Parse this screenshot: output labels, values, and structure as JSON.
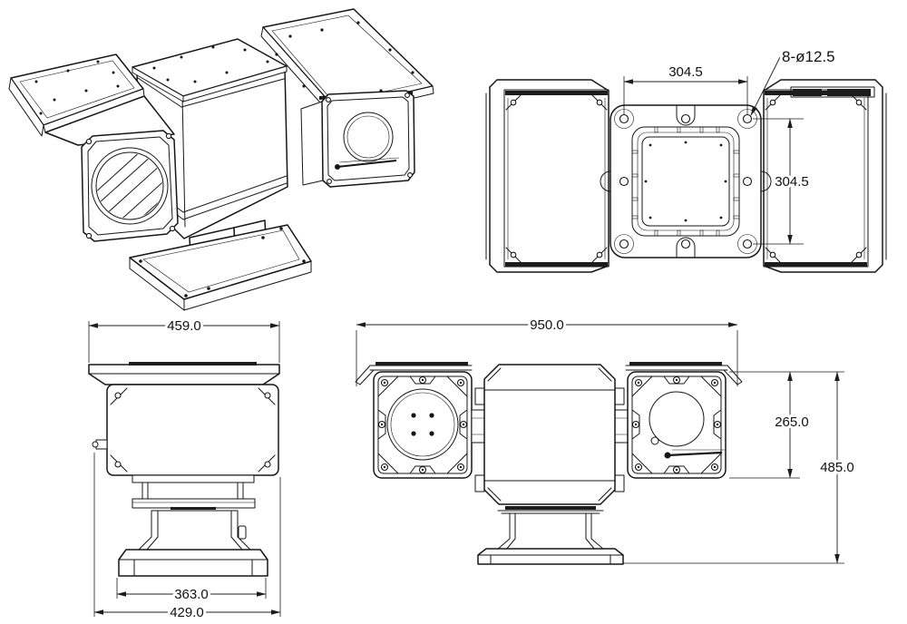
{
  "drawing": {
    "line_color": "#161616",
    "background": "#ffffff",
    "views": {
      "top": {
        "dim_width": "304.5",
        "dim_depth": "304.5",
        "hole_callout": "8-ø12.5"
      },
      "side": {
        "dim_roof_width": "459.0",
        "dim_base_width": "363.0",
        "dim_overall_width": "429.0"
      },
      "front": {
        "dim_overall_width": "950.0",
        "dim_camera_height": "265.0",
        "dim_overall_height": "485.0"
      }
    }
  }
}
